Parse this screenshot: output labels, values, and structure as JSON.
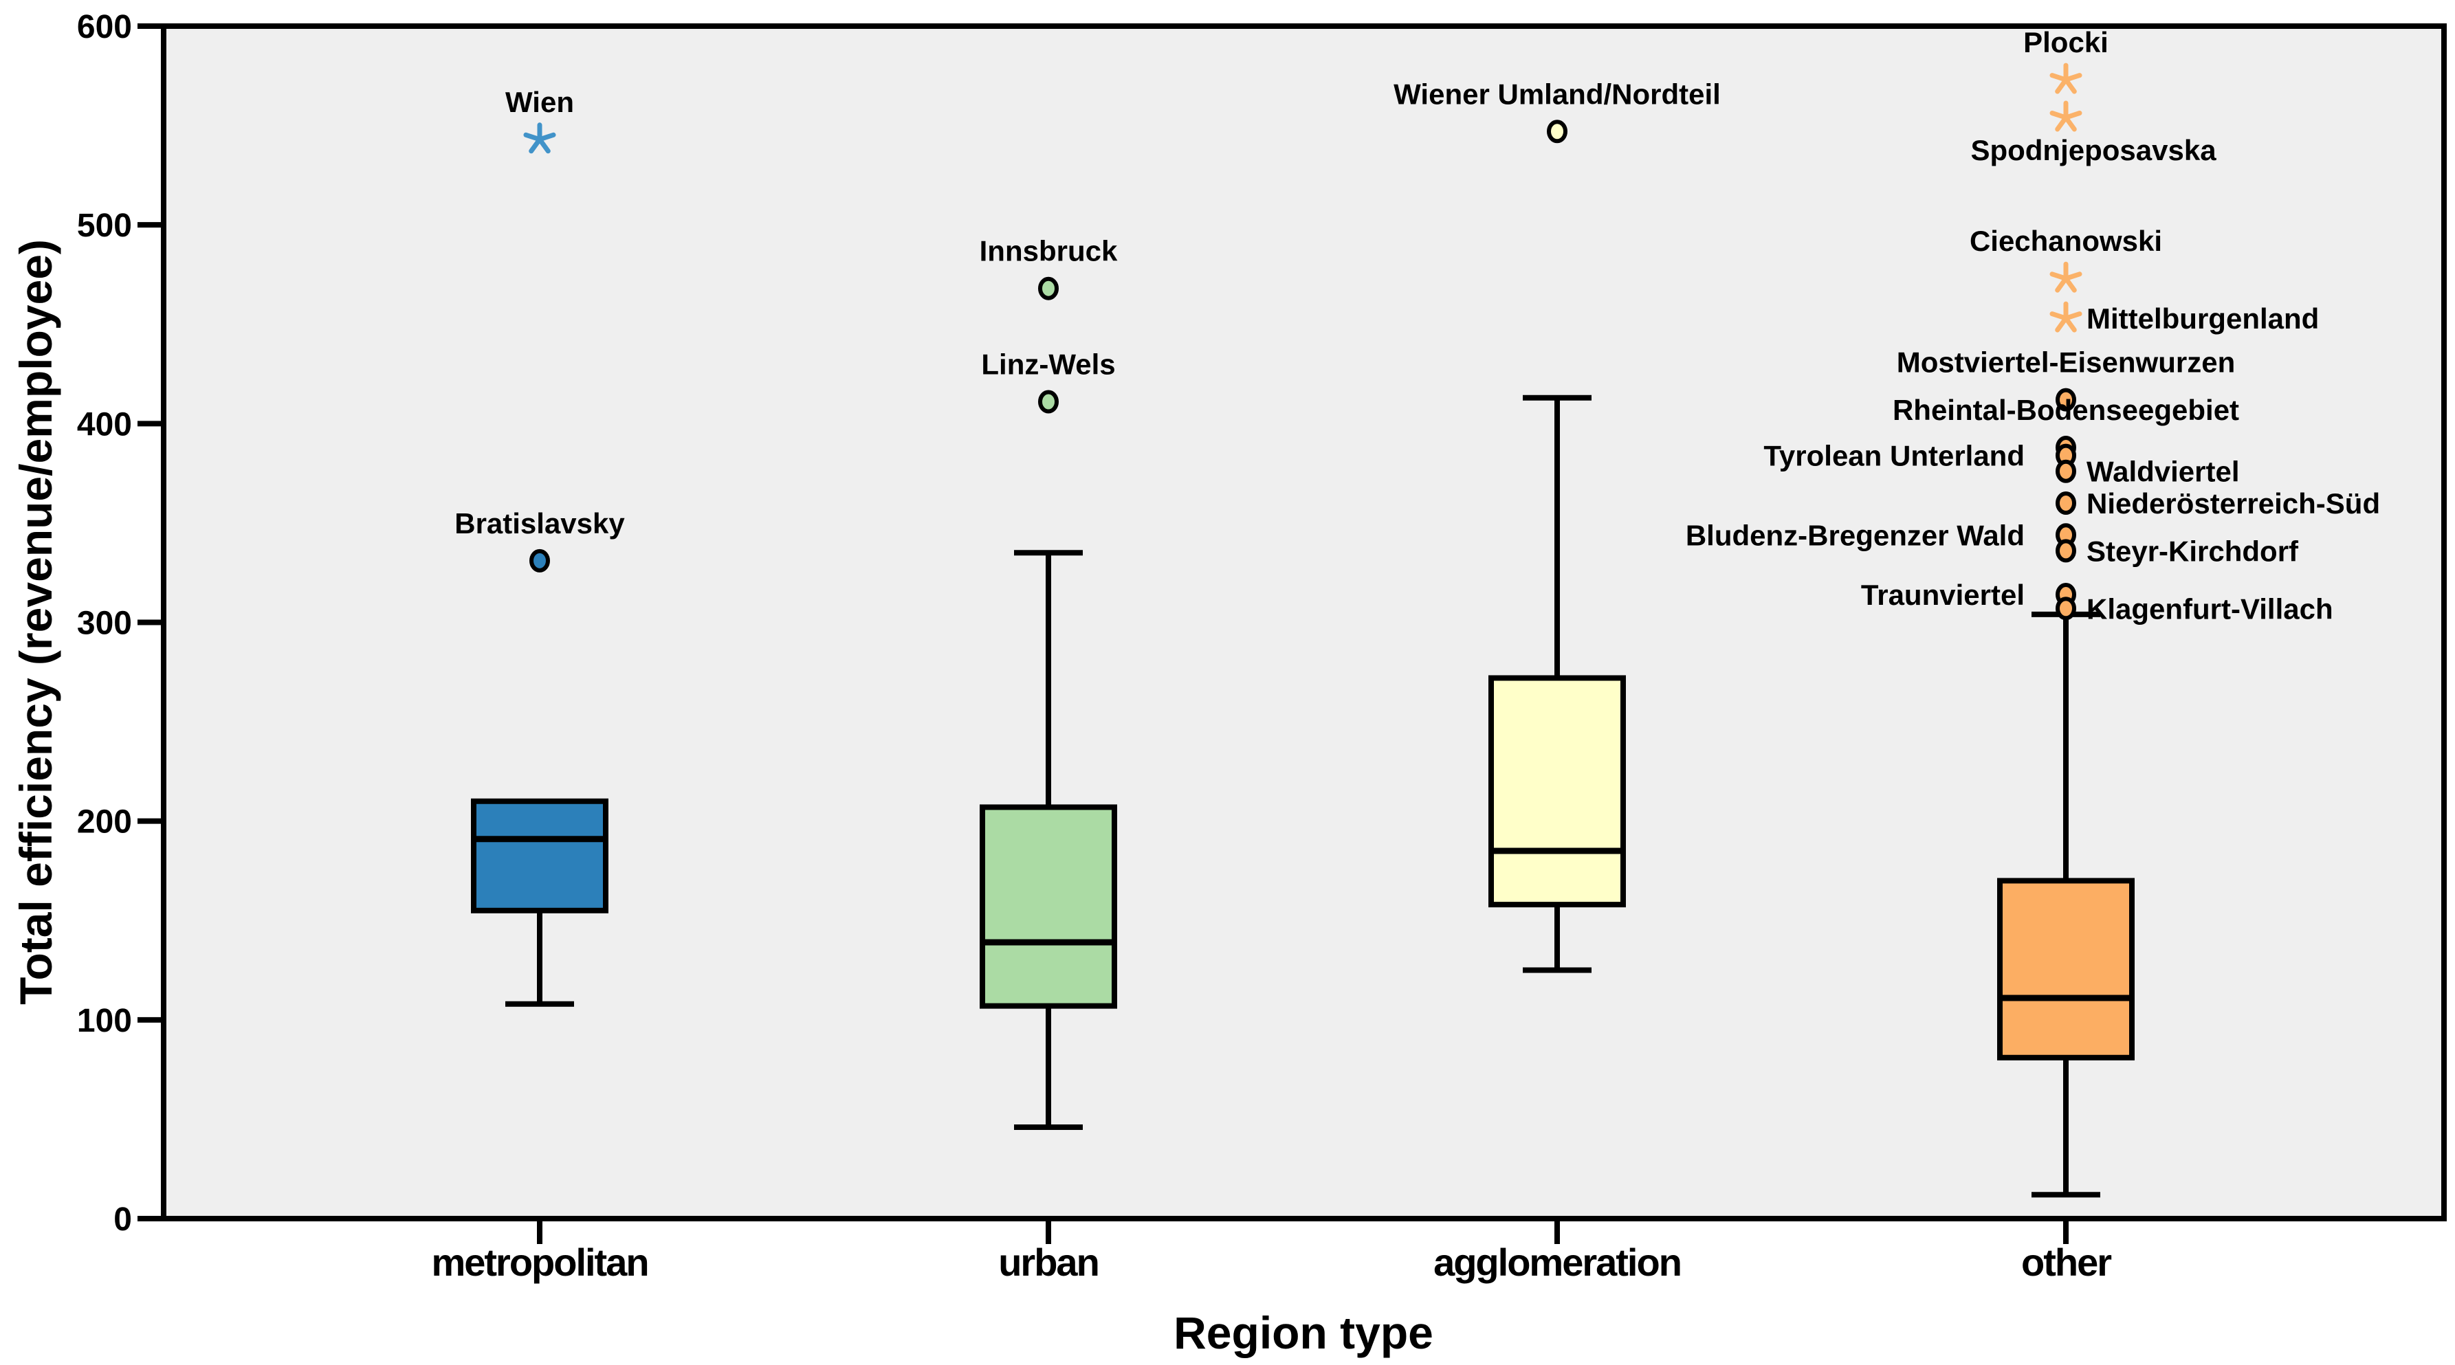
{
  "chart_data": {
    "type": "boxplot",
    "title": "",
    "xlabel": "Region type",
    "ylabel": "Total efficiency (revenue/employee)",
    "ylim": [
      0,
      600
    ],
    "yticks": [
      0,
      100,
      200,
      300,
      400,
      500,
      600
    ],
    "grid": "off",
    "legend": "none",
    "plot_background": "#efefef",
    "frame_color": "#000000",
    "categories": [
      "metropolitan",
      "urban",
      "agglomeration",
      "other"
    ],
    "series": [
      {
        "category": "metropolitan",
        "box_color": "#2c80ba",
        "marker_color": "#2c80ba",
        "star_color": "#4193c9",
        "q1": 155,
        "median": 191,
        "q3": 210,
        "whisker_low": 108,
        "whisker_high": null,
        "outliers": [
          {
            "label": "Bratislavsky",
            "value": 331,
            "marker": "circle",
            "label_side": "above"
          },
          {
            "label": "Wien",
            "value": 543,
            "marker": "star",
            "label_side": "above"
          }
        ]
      },
      {
        "category": "urban",
        "box_color": "#abdba4",
        "marker_color": "#abdba4",
        "star_color": "#abdba4",
        "q1": 107,
        "median": 139,
        "q3": 207,
        "whisker_low": 46,
        "whisker_high": 335,
        "outliers": [
          {
            "label": "Linz-Wels",
            "value": 411,
            "marker": "circle",
            "label_side": "above"
          },
          {
            "label": "Innsbruck",
            "value": 468,
            "marker": "circle",
            "label_side": "above"
          }
        ]
      },
      {
        "category": "agglomeration",
        "box_color": "#ffffc9",
        "marker_color": "#ffffc9",
        "star_color": "#ffffc9",
        "q1": 158,
        "median": 185,
        "q3": 272,
        "whisker_low": 125,
        "whisker_high": 413,
        "outliers": [
          {
            "label": "Wiener Umland/Nordteil",
            "value": 547,
            "marker": "circle",
            "label_side": "above"
          }
        ]
      },
      {
        "category": "other",
        "box_color": "#fcae63",
        "marker_color": "#fcae63",
        "star_color": "#fbb269",
        "q1": 81,
        "median": 111,
        "q3": 170,
        "whisker_low": 12,
        "whisker_high": 304,
        "outliers": [
          {
            "label": "Plocki",
            "value": 573,
            "marker": "star",
            "label_side": "above"
          },
          {
            "label": "Spodnjeposavska",
            "value": 554,
            "marker": "star",
            "label_side": "below"
          },
          {
            "label": "Ciechanowski",
            "value": 473,
            "marker": "star",
            "label_side": "above"
          },
          {
            "label": "Mittelburgenland",
            "value": 453,
            "marker": "star",
            "label_side": "right"
          },
          {
            "label": "Mostviertel-Eisenwurzen",
            "value": 412,
            "marker": "circle",
            "label_side": "above"
          },
          {
            "label": "Rheintal-Bodenseegebiet",
            "value": 388,
            "marker": "circle",
            "label_side": "above"
          },
          {
            "label": "Tyrolean Unterland",
            "value": 384,
            "marker": "circle",
            "label_side": "left"
          },
          {
            "label": "Waldviertel",
            "value": 376,
            "marker": "circle",
            "label_side": "right"
          },
          {
            "label": "Niederösterreich-Süd",
            "value": 360,
            "marker": "circle",
            "label_side": "right"
          },
          {
            "label": "Bludenz-Bregenzer Wald",
            "value": 344,
            "marker": "circle",
            "label_side": "left"
          },
          {
            "label": "Steyr-Kirchdorf",
            "value": 336,
            "marker": "circle",
            "label_side": "right"
          },
          {
            "label": "Traunviertel",
            "value": 314,
            "marker": "circle",
            "label_side": "left"
          },
          {
            "label": "Klagenfurt-Villach",
            "value": 307,
            "marker": "circle",
            "label_side": "right"
          }
        ]
      }
    ]
  }
}
